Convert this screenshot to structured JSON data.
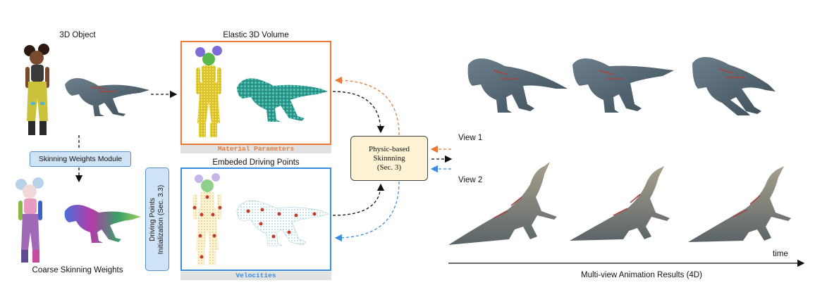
{
  "labels": {
    "object_title": "3D Object",
    "elastic_title": "Elastic 3D Volume",
    "material_params": "Material Parameters",
    "skinning_module": "Skinning Weights Module",
    "embedded_title": "Embeded Driving Points",
    "velocities": "Velocities",
    "driving_init_line1": "Driving Points",
    "driving_init_line2": "Initialization (Sec. 3.3)",
    "coarse_weights": "Coarse Skinning Weights",
    "physic_line1": "Physic-based",
    "physic_line2": "Skinnning",
    "physic_line3": "(Sec. 3)",
    "view1": "View 1",
    "view2": "View 2",
    "time": "time",
    "results_caption": "Multi-view Animation Results (4D)"
  },
  "colors": {
    "orange": "#e87a36",
    "blue": "#3b8de0",
    "module_fill": "#cfe3f7",
    "physic_fill": "#fdf3d4"
  },
  "icons": [
    "girl-character-icon",
    "trex-icon",
    "trex-voxel-icon",
    "trex-points-icon"
  ]
}
